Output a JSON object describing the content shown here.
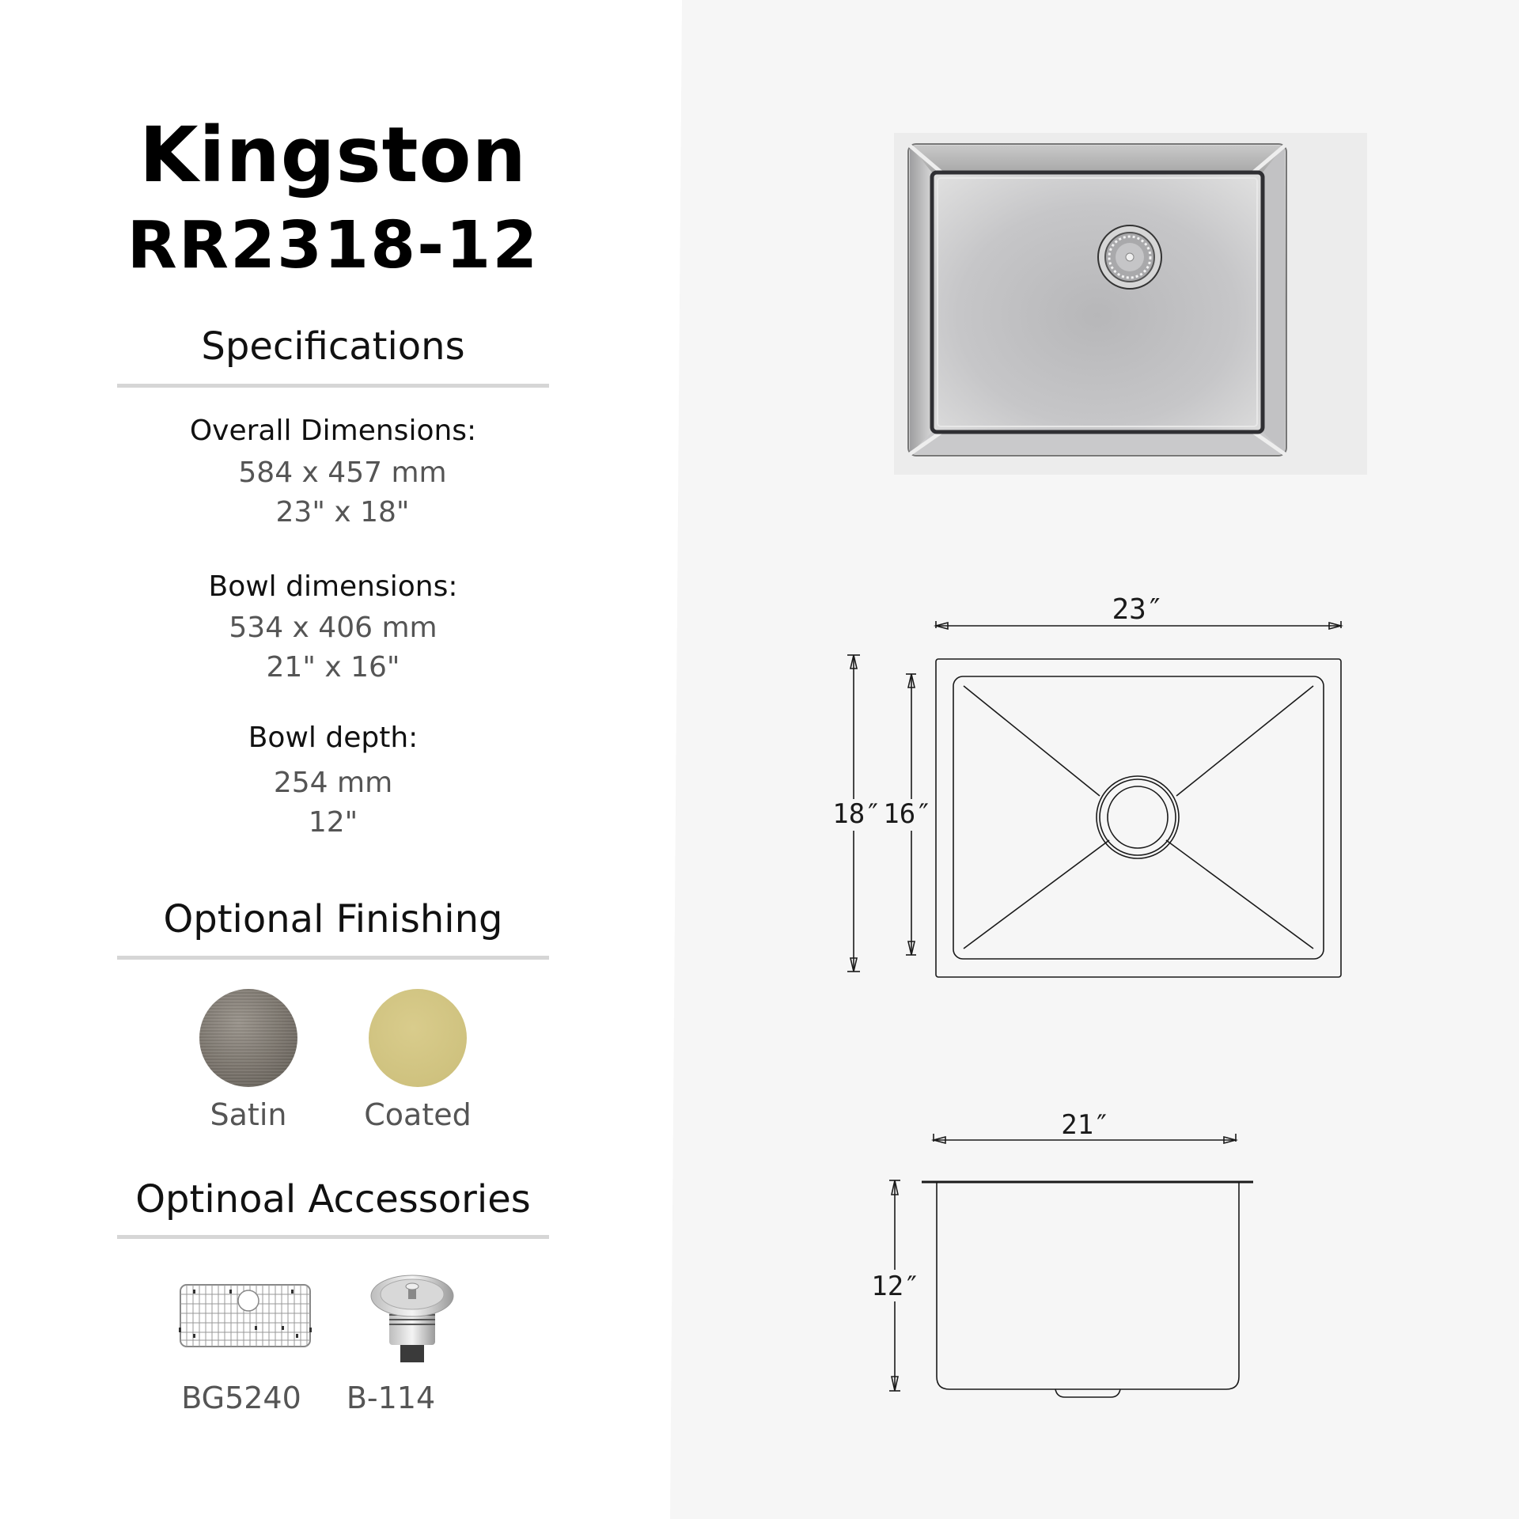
{
  "product": {
    "brand": "Kingston",
    "model": "RR2318-12"
  },
  "specifications": {
    "title": "Specifications",
    "overall": {
      "label": "Overall Dimensions:",
      "metric": "584 x 457 mm",
      "imperial": "23\" x 18\""
    },
    "bowl": {
      "label": "Bowl dimensions:",
      "metric": "534 x 406 mm",
      "imperial": "21\" x 16\""
    },
    "depth": {
      "label": "Bowl depth:",
      "metric": "254 mm",
      "imperial": "12\""
    }
  },
  "finishing": {
    "title": "Optional Finishing",
    "options": [
      {
        "label": "Satin",
        "color": "#7a746c"
      },
      {
        "label": "Coated",
        "color": "#cfc27f"
      }
    ]
  },
  "accessories": {
    "title": "Optinoal Accessories",
    "items": [
      {
        "label": "BG5240",
        "icon": "bottom-grid-icon"
      },
      {
        "label": "B-114",
        "icon": "basket-strainer-icon"
      }
    ]
  },
  "drawings": {
    "top_view": {
      "width_label": "23″",
      "outer_height_label": "18″",
      "inner_height_label": "16″"
    },
    "side_view": {
      "width_label": "21″",
      "depth_label": "12″"
    }
  },
  "colors": {
    "panel_bg": "#f6f6f6",
    "rule": "#d6d6d6",
    "value_text": "#555555",
    "heading_text": "#000000"
  }
}
